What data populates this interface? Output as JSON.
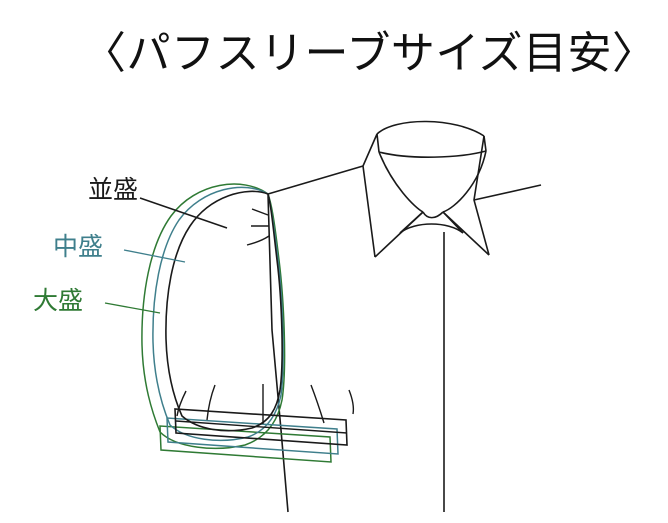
{
  "page": {
    "title": "〈パフスリーブサイズ目安〉",
    "background_color": "#ffffff"
  },
  "colors": {
    "ink": "#1a1a1a",
    "normal": "#1a1a1a",
    "medium": "#3f7f8c",
    "large": "#2f7a34"
  },
  "labels": [
    {
      "key": "normal",
      "text": "並盛",
      "color": "#1a1a1a"
    },
    {
      "key": "medium",
      "text": "中盛",
      "color": "#3f7f8c"
    },
    {
      "key": "large",
      "text": "大盛",
      "color": "#2f7a34"
    }
  ],
  "diagram": {
    "name": "puff-sleeve-size-guide",
    "description_parts": {
      "sleeve": "puff-sleeve-outline",
      "collar": "shirt-collar",
      "shoulder": "shoulder-seam",
      "placket": "center-placket",
      "cuff": "sleeve-cuff-band"
    }
  }
}
